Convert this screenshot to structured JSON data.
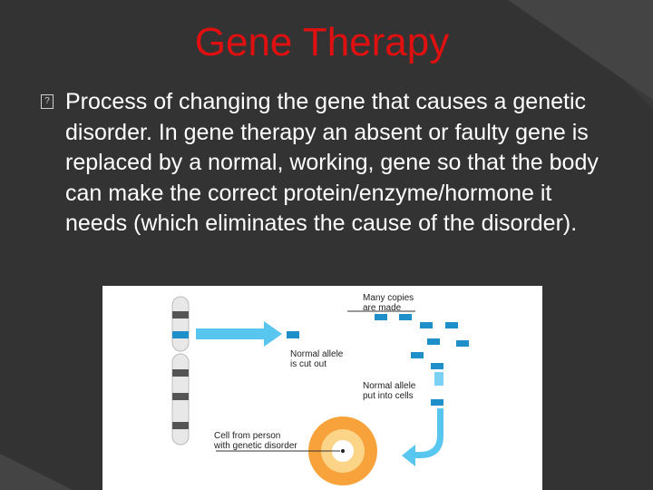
{
  "slide": {
    "title": "Gene Therapy",
    "bullet_text": "Process of changing the gene that causes a genetic disorder. In gene therapy an absent or faulty gene is replaced by a normal, working, gene so that the body can make the correct protein/enzyme/hormone it needs (which eliminates the cause of the disorder).",
    "bullet_icon": "missing-glyph-box"
  },
  "figure": {
    "label_many_copies_1": "Many copies",
    "label_many_copies_2": "are made",
    "label_normal_allele_1": "Normal allele",
    "label_normal_allele_2": "is cut out",
    "label_put_into_1": "Normal allele",
    "label_put_into_2": "put into cells",
    "label_cell_1": "Cell from person",
    "label_cell_2": "with genetic disorder"
  },
  "colors": {
    "title": "#e01010",
    "background": "#3a3a3a",
    "accent_blue": "#1e8fc8",
    "light_blue": "#59c6f0",
    "cell_orange": "#f7a23a"
  }
}
